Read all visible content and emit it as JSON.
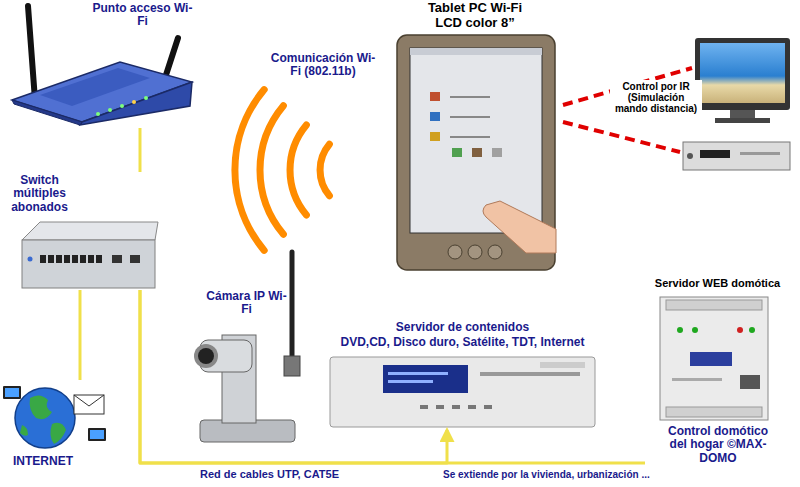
{
  "diagram": {
    "nodes": [
      {
        "text": [
          "Punto acceso Wi-Fi"
        ]
      },
      {
        "text": [
          "Switch múltiples abonados"
        ]
      },
      {
        "text": [
          "INTERNET"
        ]
      },
      {
        "text": [
          "Tablet PC Wi-Fi LCD color 8”"
        ]
      },
      {
        "text": [
          "Cámara IP Wi-Fi"
        ]
      },
      {
        "text": [
          "Servidor de contenidos",
          "DVD,CD, Disco duro, Satélite, TDT, Internet"
        ]
      },
      {
        "text": [
          "Servidor WEB domótica",
          "Control domótico del hogar ©MAX-DOMO"
        ]
      }
    ],
    "edges": [
      {
        "from": 0,
        "to": 1,
        "arrow": "none"
      },
      {
        "from": 1,
        "to": 2,
        "arrow": "none"
      },
      {
        "from": 1,
        "to": 5,
        "arrow": "to"
      },
      {
        "from": 1,
        "to": 6,
        "arrow": "none"
      }
    ],
    "labels": [
      "Comunicación Wi-Fi (802.11b)",
      "Control por IR (Simulación mando distancia)",
      "Red de cables UTP, CAT5E",
      "Se extiende por la vivienda, urbanización ..."
    ]
  }
}
